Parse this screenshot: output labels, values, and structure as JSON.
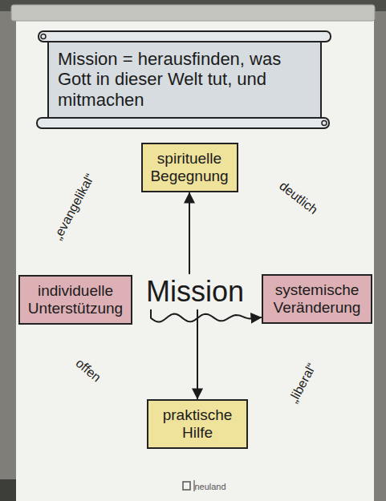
{
  "diagram": {
    "nodes": [
      {
        "text": [
          "Mission = herausfinden, was Gott in dieser Welt tut, und mitmachen"
        ]
      },
      {
        "text": [
          "spirituelle Begegnung"
        ]
      },
      {
        "text": [
          "individuelle Unterstützung"
        ]
      },
      {
        "text": [
          "Mission"
        ]
      },
      {
        "text": [
          "systemische Veränderung"
        ]
      },
      {
        "text": [
          "praktische Hilfe"
        ]
      }
    ],
    "edges": [
      {
        "from": 3,
        "to": 1,
        "arrow": "to"
      },
      {
        "from": 3,
        "to": 4,
        "arrow": "to"
      },
      {
        "from": 3,
        "to": 5,
        "arrow": "to"
      }
    ],
    "labels": [
      "„evangelikal“",
      "deutlich",
      "offen",
      "„liberal“",
      "neuland"
    ]
  }
}
